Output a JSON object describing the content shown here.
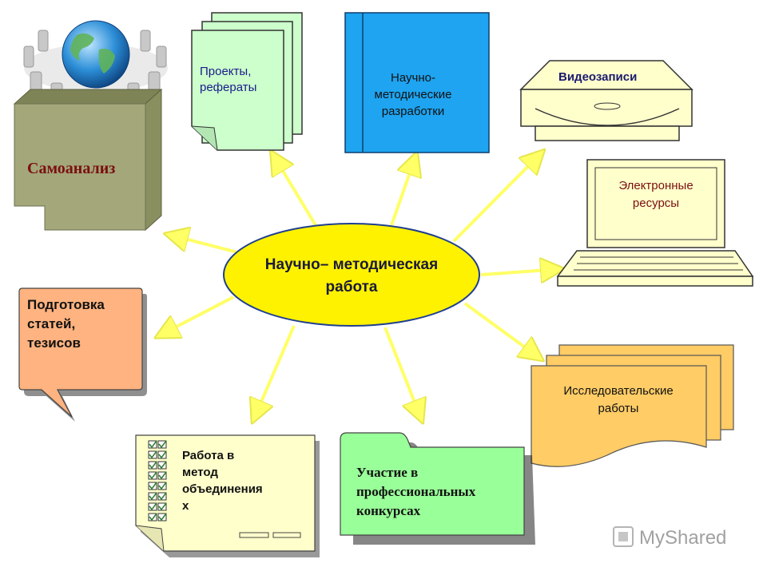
{
  "center": {
    "label": "Научно– методическая работа",
    "line1": "Научно– методическая",
    "line2": "работа"
  },
  "nodes": {
    "self_analysis": "Самоанализ",
    "projects": {
      "line1": "Проекты,",
      "line2": "рефераты"
    },
    "methodical": {
      "line1": "Научно-",
      "line2": "методические",
      "line3": "разработки"
    },
    "videos": "Видеозаписи",
    "electronic": {
      "line1": "Электронные",
      "line2": "ресурсы"
    },
    "research": {
      "line1": "Исследовательские",
      "line2": "работы"
    },
    "contests": {
      "line1": "Участие в",
      "line2": "профессиональных",
      "line3": "конкурсах"
    },
    "association": {
      "line1": "Работа в",
      "line2": "метод",
      "line3": "объединения",
      "line4": "х"
    },
    "articles": {
      "line1": "Подготовка",
      "line2": "статей,",
      "line3": "тезисов"
    }
  },
  "watermark": "MyShared",
  "colors": {
    "center_fill": "#fff200",
    "arrow": "#ffff66",
    "self_analysis": "#a3a77a",
    "projects": "#ccffcc",
    "methodical": "#1ea4f0",
    "videos": "#ffffcc",
    "electronic": "#ffffcc",
    "research": "#ffcc66",
    "contests": "#99ff99",
    "association": "#ffffcc",
    "articles": "#ffb380"
  }
}
